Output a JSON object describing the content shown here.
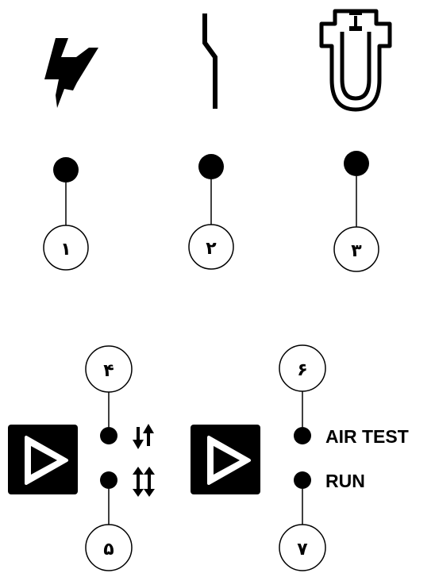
{
  "indicators": [
    {
      "number": "١",
      "icon": "lightning-bolt-icon"
    },
    {
      "number": "٢",
      "icon": "circuit-break-icon"
    },
    {
      "number": "٣",
      "icon": "nozzle-injector-icon"
    }
  ],
  "controls": {
    "left": {
      "button_icon": "play-icon",
      "top_callout": "۴",
      "bottom_callout": "۵",
      "top_led_icon": "arrows-up-down-icon",
      "bottom_led_icon": "double-arrows-icon"
    },
    "right": {
      "button_icon": "play-icon",
      "top_callout": "۶",
      "bottom_callout": "٧",
      "top_led_label": "AIR TEST",
      "bottom_led_label": "RUN"
    }
  },
  "colors": {
    "ink": "#000000",
    "background": "#ffffff"
  }
}
